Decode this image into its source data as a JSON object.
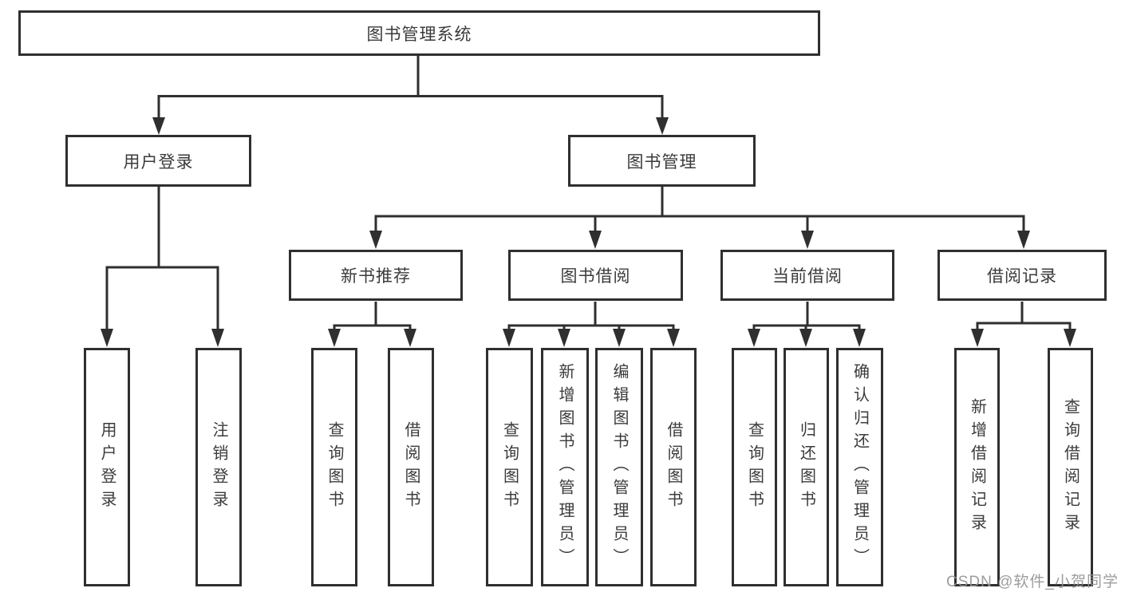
{
  "diagram_type": "hierarchy-chart",
  "tree": {
    "label": "图书管理系统",
    "children": [
      {
        "label": "用户登录",
        "children": [
          {
            "label": "用户登录"
          },
          {
            "label": "注销登录"
          }
        ]
      },
      {
        "label": "图书管理",
        "children": [
          {
            "label": "新书推荐",
            "children": [
              {
                "label": "查询图书"
              },
              {
                "label": "借阅图书"
              }
            ]
          },
          {
            "label": "图书借阅",
            "children": [
              {
                "label": "查询图书"
              },
              {
                "label": "新增图书（管理员）"
              },
              {
                "label": "编辑图书（管理员）"
              },
              {
                "label": "借阅图书"
              }
            ]
          },
          {
            "label": "当前借阅",
            "children": [
              {
                "label": "查询图书"
              },
              {
                "label": "归还图书"
              },
              {
                "label": "确认归还（管理员）"
              }
            ]
          },
          {
            "label": "借阅记录",
            "children": [
              {
                "label": "新增借阅记录"
              },
              {
                "label": "查询借阅记录"
              }
            ]
          }
        ]
      }
    ]
  },
  "watermark": {
    "text": "CSDN @软件_小贺同学"
  },
  "colors": {
    "background": "#ffffff",
    "line": "#2f2f2f",
    "box_border": "#2f2f2f",
    "text": "#3b3b3b",
    "watermark": "#949494"
  }
}
